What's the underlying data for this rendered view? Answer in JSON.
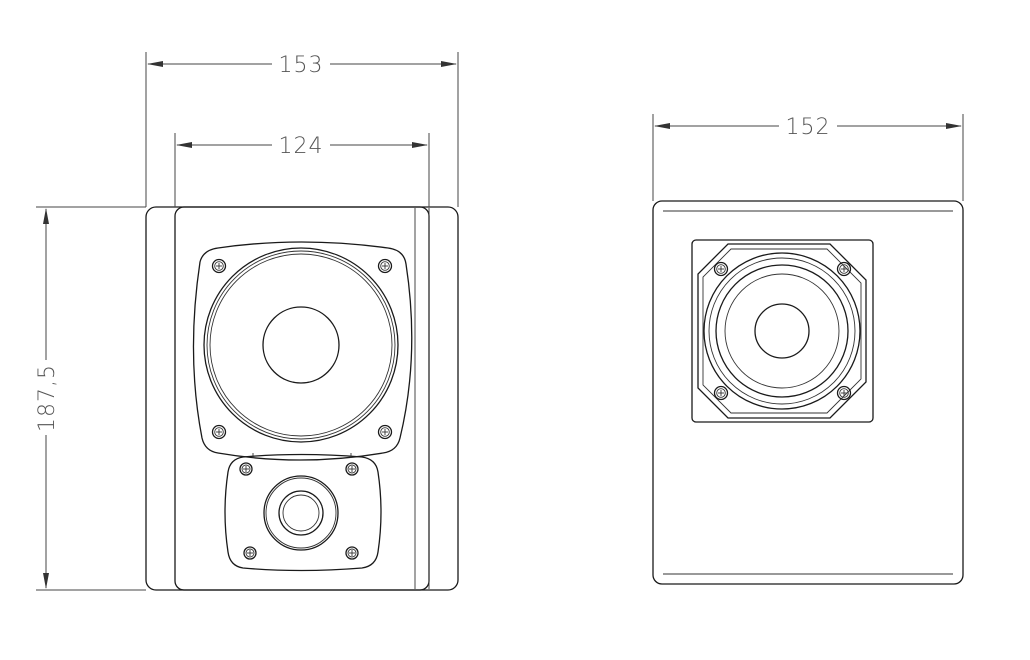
{
  "dimensions": {
    "front_outer_width": "153",
    "front_baffle_width": "124",
    "height": "187,5",
    "side_depth": "152"
  }
}
